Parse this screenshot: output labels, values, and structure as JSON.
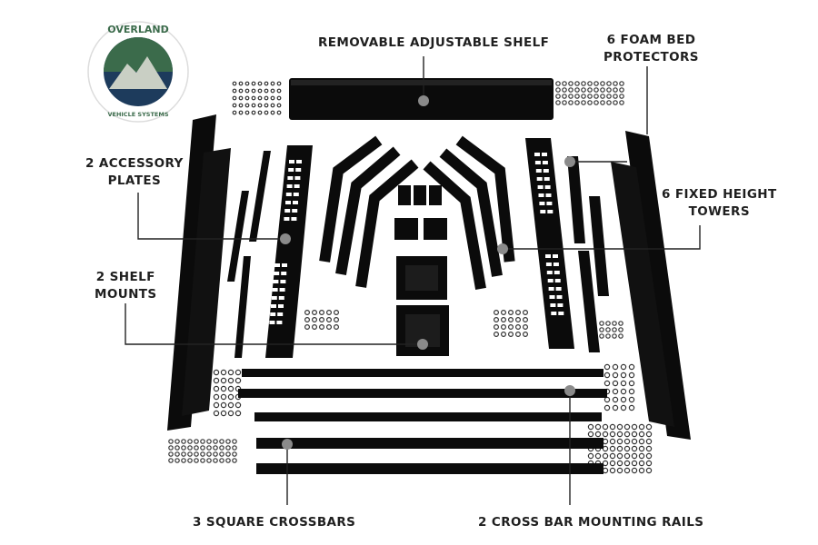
{
  "logo": {
    "brand": "OVERLAND",
    "subtitle": "VEHICLE SYSTEMS",
    "colors": {
      "ring": "#ffffff",
      "green": "#3b6b4b",
      "navy": "#1d3b5c",
      "mountain": "#c9cfc4"
    }
  },
  "labels": {
    "shelf": "REMOVABLE ADJUSTABLE SHELF",
    "foam": [
      "6 FOAM BED",
      "PROTECTORS"
    ],
    "accessory": [
      "2 ACCESSORY",
      "PLATES"
    ],
    "towers": [
      "6 FIXED HEIGHT",
      "TOWERS"
    ],
    "mounts": [
      "2 SHELF",
      "MOUNTS"
    ],
    "crossbars": "3 SQUARE CROSSBARS",
    "rails": "2 CROSS BAR MOUNTING RAILS"
  },
  "colors": {
    "part": "#0b0b0b",
    "leader": "#222222",
    "marker": "#8a8a8a"
  }
}
